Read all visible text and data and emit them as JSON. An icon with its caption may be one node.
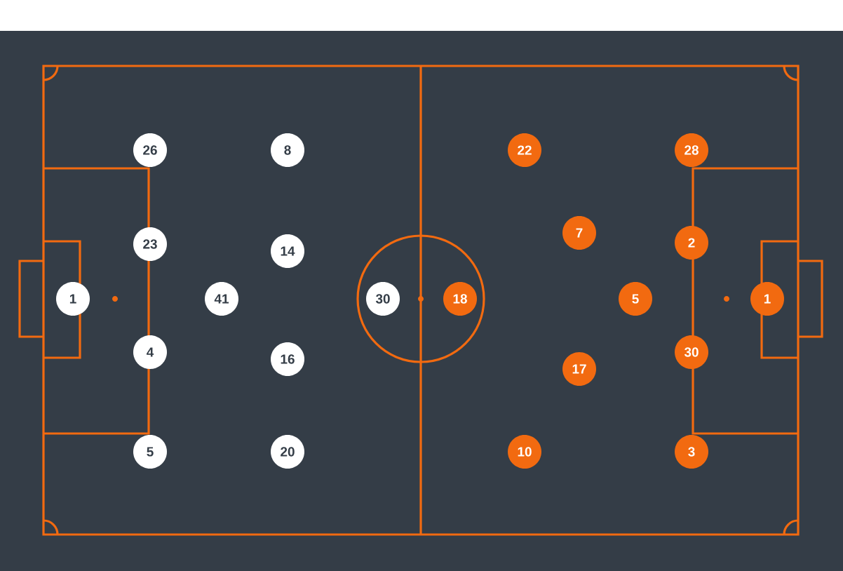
{
  "diagram": {
    "nodes": [
      {
        "text": [
          "1"
        ]
      },
      {
        "text": [
          "26"
        ]
      },
      {
        "text": [
          "23"
        ]
      },
      {
        "text": [
          "4"
        ]
      },
      {
        "text": [
          "5"
        ]
      },
      {
        "text": [
          "41"
        ]
      },
      {
        "text": [
          "8"
        ]
      },
      {
        "text": [
          "14"
        ]
      },
      {
        "text": [
          "16"
        ]
      },
      {
        "text": [
          "20"
        ]
      },
      {
        "text": [
          "30"
        ]
      },
      {
        "text": [
          "18"
        ]
      },
      {
        "text": [
          "22"
        ]
      },
      {
        "text": [
          "7"
        ]
      },
      {
        "text": [
          "5"
        ]
      },
      {
        "text": [
          "17"
        ]
      },
      {
        "text": [
          "10"
        ]
      },
      {
        "text": [
          "28"
        ]
      },
      {
        "text": [
          "2"
        ]
      },
      {
        "text": [
          "30"
        ]
      },
      {
        "text": [
          "3"
        ]
      },
      {
        "text": [
          "1"
        ]
      }
    ]
  }
}
